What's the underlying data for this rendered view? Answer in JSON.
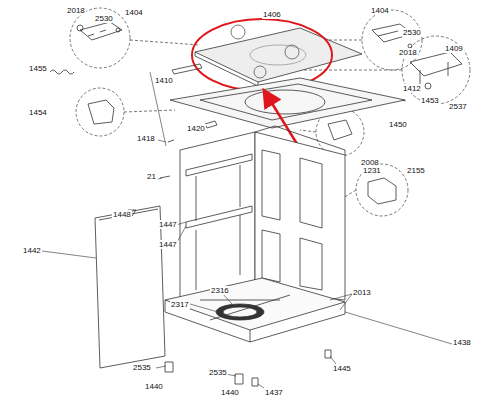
{
  "diagram": {
    "labels": [
      "2018",
      "2530",
      "1404",
      "1455",
      "1406",
      "1404",
      "2530",
      "2018",
      "1409",
      "1410",
      "1453",
      "1454",
      "1412",
      "2537",
      "1418",
      "1420",
      "1450",
      "2008",
      "21",
      "1231",
      "2155",
      "1448",
      "1447",
      "1447",
      "1442",
      "2013",
      "2316",
      "2317",
      "1438",
      "2535",
      "1440",
      "2535",
      "1445",
      "1440",
      "1437"
    ]
  }
}
